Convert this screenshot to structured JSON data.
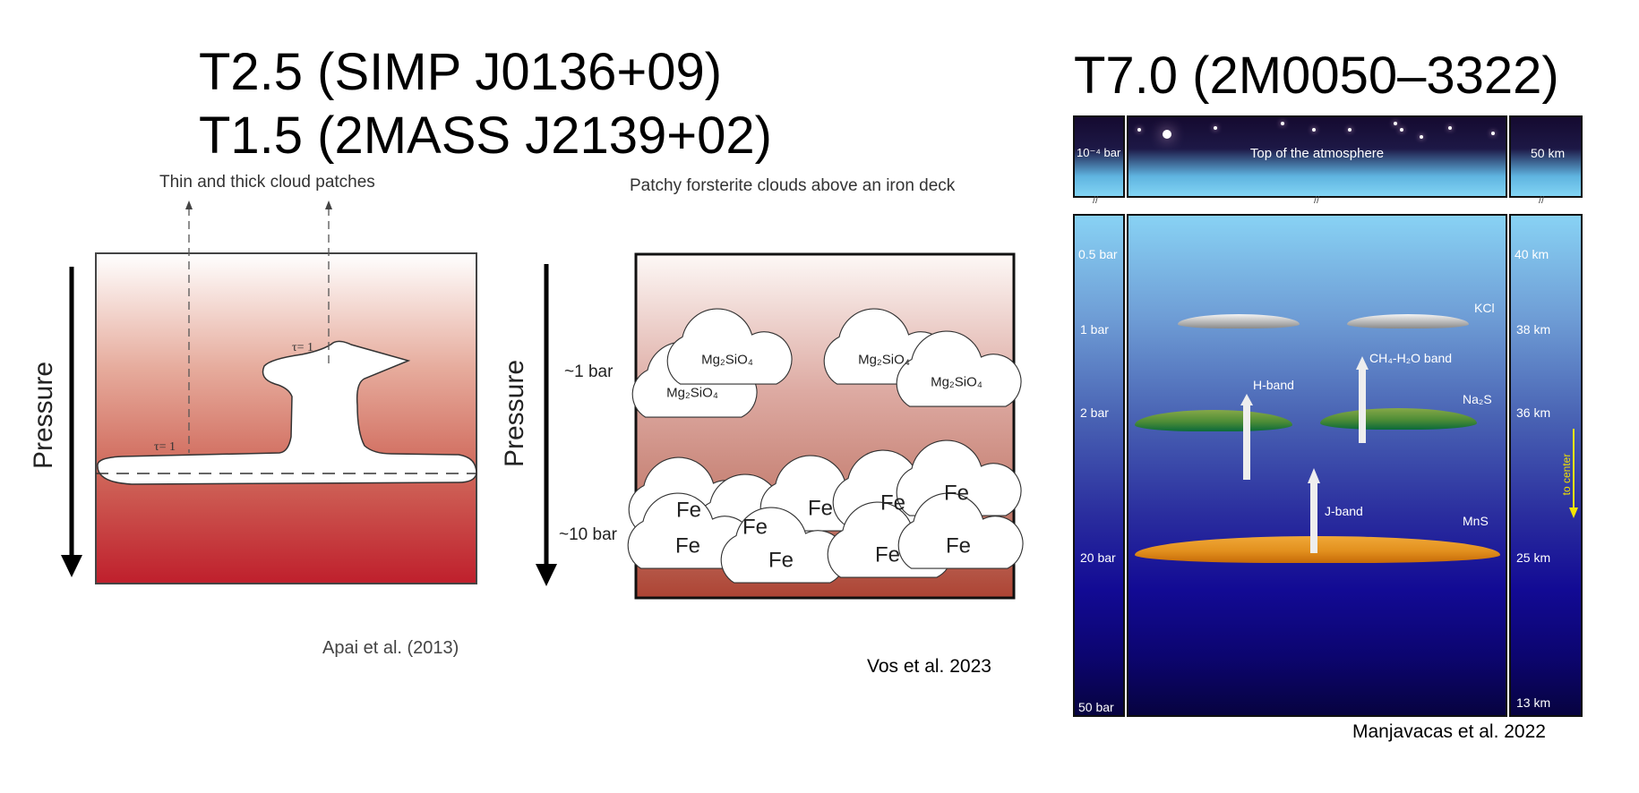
{
  "titles": {
    "left_line1": "T2.5 (SIMP J0136+09)",
    "left_line2": "T1.5 (2MASS J2139+02)",
    "right": "T7.0 (2M0050–3322)"
  },
  "panel_apai": {
    "caption": "Thin and thick cloud patches",
    "axis_label": "Pressure",
    "tau_thin": "τ= 1",
    "tau_thick": "τ= 1",
    "reference": "Apai et al. (2013)",
    "colors": {
      "top": "#ffffff",
      "bottom": "#bf1f2c"
    }
  },
  "panel_vos": {
    "caption": "Patchy forsterite clouds above an iron deck",
    "axis_label": "Pressure",
    "tick_1bar": "~1 bar",
    "tick_10bar": "~10 bar",
    "forsterite_label": "Mg₂SiO₄",
    "iron_label": "Fe",
    "reference": "Vos et al. 2023"
  },
  "panel_manjavacas": {
    "top_pressure": "10⁻⁴ bar",
    "top_label": "Top of the atmosphere",
    "top_altitude": "50 km",
    "pressures": [
      "0.5 bar",
      "1 bar",
      "2 bar",
      "20 bar",
      "50 bar"
    ],
    "altitudes": [
      "40 km",
      "38 km",
      "36 km",
      "25 km",
      "13 km"
    ],
    "clouds": {
      "kcl": "KCl",
      "na2s": "Na₂S",
      "mns": "MnS"
    },
    "bands": {
      "h": "H-band",
      "ch4": "CH₄-H₂O band",
      "j": "J-band"
    },
    "to_center": "to center",
    "break_mark": "//",
    "reference": "Manjavacas et al. 2022"
  }
}
